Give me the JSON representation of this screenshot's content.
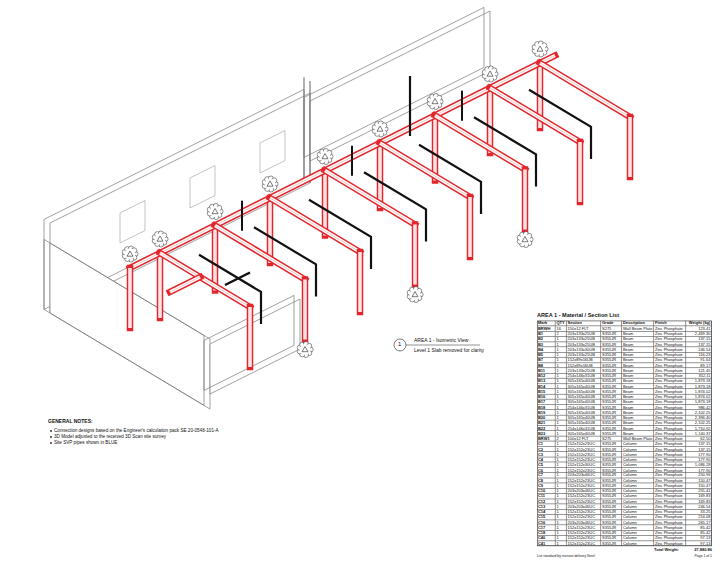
{
  "diagram": {
    "labels": [
      "1",
      "AREA 1 - Isometric View",
      "Level 1 Slab removed for clarity",
      "GENERAL NOTES:",
      "Connection designs based on the Engineer's calculation pack SE 20-0548-101-A",
      "3D Model adjusted to the received 3D Scan site survey",
      "Site SVP pipes shown in BLUE",
      "AREA 1 - Material / Section List",
      "Mark",
      "QTY",
      "Section",
      "Grade",
      "Description",
      "Finish",
      "Weight (kg)",
      "BRWH",
      "16",
      "150x12 FLT",
      "S275",
      "Wall Beam Plate",
      "Zinc Phosphate",
      "123.41",
      "B1",
      "2",
      "203x133x25UB",
      "S355JR",
      "Beam",
      "Zinc Phosphate",
      "2,469.30",
      "B2",
      "1",
      "203x133x25UB",
      "S355JR",
      "Beam",
      "Zinc Phosphate",
      "137.15",
      "B3",
      "1",
      "203x133x25UB",
      "S355JR",
      "Beam",
      "Zinc Phosphate",
      "137.15",
      "B4",
      "1",
      "203x133x30UB",
      "S355JR",
      "Beam",
      "Zinc Phosphate",
      "246.54",
      "B5",
      "1",
      "203x133x25UB",
      "S355JR",
      "Beam",
      "Zinc Phosphate",
      "116.23",
      "B7",
      "1",
      "152x89x16UB",
      "S355JR",
      "Beam",
      "Zinc Phosphate",
      "91.64",
      "B8",
      "1",
      "152x89x16UB",
      "S355JR",
      "Beam",
      "Zinc Phosphate",
      "89.17",
      "B11",
      "1",
      "203x133x25UB",
      "S355JR",
      "Beam",
      "Zinc Phosphate",
      "121.45",
      "B12",
      "1",
      "254x146x31UB",
      "S355JR",
      "Beam",
      "Zinc Phosphate",
      "352.11",
      "B13",
      "1",
      "305x165x40UB",
      "S355JR",
      "Beam",
      "Zinc Phosphate",
      "1,873.18",
      "B14",
      "1",
      "305x165x40UB",
      "S355JR",
      "Beam",
      "Zinc Phosphate",
      "1,873.18",
      "B15",
      "1",
      "305x165x40UB",
      "S355JR",
      "Beam",
      "Zinc Phosphate",
      "1,874.02",
      "B16",
      "1",
      "305x165x40UB",
      "S355JR",
      "Beam",
      "Zinc Phosphate",
      "1,874.02",
      "B17",
      "1",
      "305x165x40UB",
      "S355JR",
      "Beam",
      "Zinc Phosphate",
      "1,873.18",
      "B18",
      "1",
      "254x146x31UB",
      "S355JR",
      "Beam",
      "Zinc Phosphate",
      "986.42",
      "B19",
      "1",
      "305x165x40UB",
      "S355JR",
      "Beam",
      "Zinc Phosphate",
      "2,102.25",
      "B20",
      "1",
      "305x165x40UB",
      "S355JR",
      "Beam",
      "Zinc Phosphate",
      "2,396.40",
      "B21",
      "1",
      "305x165x40UB",
      "S355JR",
      "Beam",
      "Zinc Phosphate",
      "2,102.25",
      "B22",
      "1",
      "254x146x31UB",
      "S355JR",
      "Beam",
      "Zinc Phosphate",
      "1,710.92",
      "B23",
      "1",
      "305x165x40UB",
      "S355JR",
      "Beam",
      "Zinc Phosphate",
      "1,140.37",
      "BRW1",
      "2",
      "100x12 FLT",
      "S275",
      "Wall Beam Plate",
      "Zinc Phosphate",
      "62.50",
      "C1",
      "1",
      "152x152x23UC",
      "S355JR",
      "Column",
      "Zinc Phosphate",
      "137.15",
      "C2",
      "1",
      "152x152x23UC",
      "S355JR",
      "Column",
      "Zinc Phosphate",
      "137.15",
      "C3",
      "1",
      "152x152x23UC",
      "S355JR",
      "Column",
      "Zinc Phosphate",
      "177.90",
      "C4",
      "1",
      "152x152x23UC",
      "S355JR",
      "Column",
      "Zinc Phosphate",
      "177.90",
      "C5",
      "1",
      "152x152x30UC",
      "S355JR",
      "Column",
      "Zinc Phosphate",
      "1,086.28",
      "C6",
      "1",
      "152x152x23UC",
      "S355JR",
      "Column",
      "Zinc Phosphate",
      "177.90",
      "C7",
      "1",
      "203x203x46UC",
      "S355JR",
      "Column",
      "Zinc Phosphate",
      "250.96",
      "C8",
      "1",
      "152x152x23UC",
      "S355JR",
      "Column",
      "Zinc Phosphate",
      "150.47",
      "C9",
      "1",
      "152x152x23UC",
      "S355JR",
      "Column",
      "Zinc Phosphate",
      "150.47",
      "C10",
      "1",
      "203x203x46UC",
      "S355JR",
      "Column",
      "Zinc Phosphate",
      "255.41",
      "C11",
      "1",
      "152x152x23UC",
      "S355JR",
      "Column",
      "Zinc Phosphate",
      "169.83",
      "C12",
      "1",
      "152x152x23UC",
      "S355JR",
      "Column",
      "Zinc Phosphate",
      "169.83",
      "C13",
      "1",
      "203x203x46UC",
      "S355JR",
      "Column",
      "Zinc Phosphate",
      "246.54",
      "C14",
      "1",
      "152x152x23UC",
      "S355JR",
      "Column",
      "Zinc Phosphate",
      "33.25",
      "C15",
      "1",
      "152x152x23UC",
      "S355JR",
      "Column",
      "Zinc Phosphate",
      "214.08",
      "C16",
      "1",
      "203x203x46UC",
      "S355JR",
      "Column",
      "Zinc Phosphate",
      "265.17",
      "C17",
      "1",
      "152x152x23UC",
      "S355JR",
      "Column",
      "Zinc Phosphate",
      "85.42",
      "C18",
      "1",
      "152x152x23UC",
      "S355JR",
      "Column",
      "Zinc Phosphate",
      "85.42",
      "C40",
      "1",
      "152x152x23UC",
      "S355JR",
      "Column",
      "Zinc Phosphate",
      "97.13",
      "C41",
      "1",
      "152x152x23UC",
      "S355JR",
      "Column",
      "Zinc Phosphate",
      "97.13",
      "Total Weight:",
      "27,880.86",
      "List standard by revision delivery Steel",
      "Page 1 of 1"
    ]
  }
}
